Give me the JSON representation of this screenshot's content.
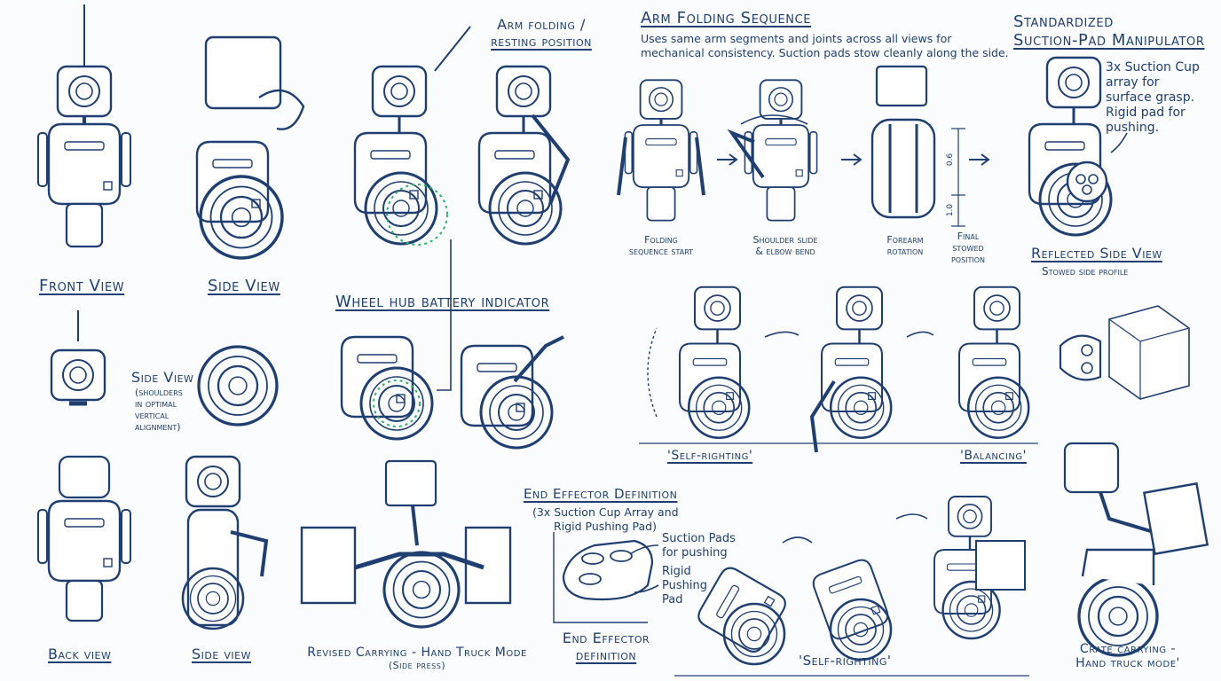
{
  "colors": {
    "ink": "#1f3f72",
    "paper": "#fbfcfe",
    "indicator": "#2bb36b"
  },
  "labels": {
    "front_view": "Front View",
    "side_view_1": "Side View",
    "arm_folding_resting_1": "Arm folding /",
    "arm_folding_resting_2": "resting position",
    "wheel_hub": "Wheel hub battery indicator",
    "seq_title": "Arm Folding Sequence",
    "seq_note_1": "Uses same arm segments and joints across all views for",
    "seq_note_2": "mechanical consistency. Suction pads stow cleanly along the side.",
    "seq_start_1": "Folding",
    "seq_start_2": "sequence start",
    "shoulder_1": "Shoulder slide",
    "shoulder_2": "& elbow bend",
    "forearm_1": "Forearm",
    "forearm_2": "rotation",
    "final_1": "Final",
    "final_2": "stowed",
    "final_3": "position",
    "dim_1": "0.6",
    "dim_2": "1.0",
    "manip_title_1": "Standardized",
    "manip_title_2": "Suction-Pad Manipulator",
    "manip_note_1": "3x Suction Cup",
    "manip_note_2": "array for",
    "manip_note_3": "surface grasp.",
    "manip_note_4": "Rigid pad for",
    "manip_note_5": "pushing.",
    "reflected_title": "Reflected Side View",
    "reflected_sub": "Stowed side profile",
    "side_view_2": "Side View",
    "side_view_2_note_1": "(shoulders",
    "side_view_2_note_2": "in optimal",
    "side_view_2_note_3": "vertical",
    "side_view_2_note_4": "alignment)",
    "self_righting_1": "'Self-righting'",
    "balancing": "'Balancing'",
    "back_view": "Back view",
    "side_view_3": "Side view",
    "revised_1": "Revised Carrying - Hand Truck Mode",
    "revised_2": "(Side press)",
    "end_eff_title": "End Effector Definition",
    "end_eff_note_1": "(3x Suction Cup Array and",
    "end_eff_note_2": "Rigid Pushing Pad)",
    "suction_pads_1": "Suction Pads",
    "suction_pads_2": "for pushing",
    "rigid_1": "Rigid",
    "rigid_2": "Pushing",
    "rigid_3": "Pad",
    "end_eff_caption_1": "End Effector",
    "end_eff_caption_2": "definition",
    "self_righting_2": "'Self-righting'",
    "crate_1": "Crate carrying -",
    "crate_2": "Hand truck mode'"
  }
}
